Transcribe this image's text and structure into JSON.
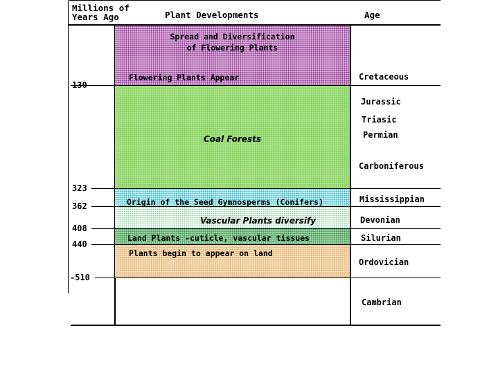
{
  "header": {
    "millions_line1": "Millions of",
    "millions_line2": "Years Ago",
    "developments": "Plant Developments",
    "age": "Age"
  },
  "ticks": [
    "130",
    "323",
    "362",
    "408",
    "440",
    "510"
  ],
  "bands": {
    "flowering_line1": "Spread and Diversification",
    "flowering_line2": "of Flowering Plants",
    "flowering_appear": "Flowering Plants Appear",
    "coal": "Coal Forests",
    "seed": "Origin of the Seed  Gymnosperms (Conifers)",
    "vascular": "Vascular Plants diversify",
    "land": "Land Plants -cuticle, vascular tissues",
    "begin": "Plants begin to appear on land"
  },
  "ages": [
    "Cretaceous",
    "Jurassic",
    "Triasic",
    "Permian",
    "Carboniferous",
    "Mississippian",
    "Devonian",
    "Silurian",
    "Ordovician",
    "Cambrian"
  ],
  "colors": {
    "flowering": "#d9a9d9",
    "coal": "#a9e08a",
    "seed": "#bdf2f2",
    "vascular": "#eef9f0",
    "land": "#98d09c",
    "begin": "#f6dcb5"
  }
}
